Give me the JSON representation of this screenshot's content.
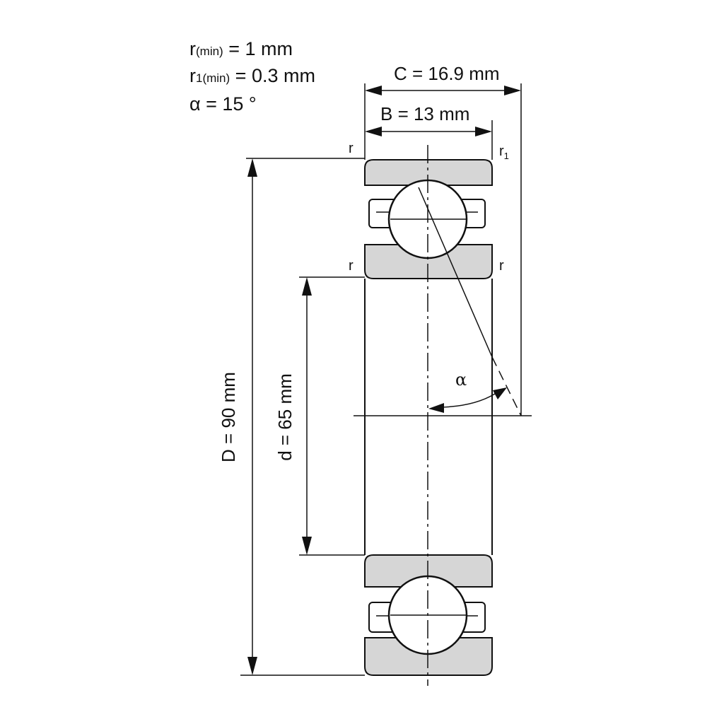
{
  "specs": {
    "r_min": {
      "sym": "r",
      "sub": "(min)",
      "value": " = 1 mm"
    },
    "r1_min": {
      "sym": "r",
      "sub": "1(min)",
      "value": " = 0.3 mm"
    },
    "alpha": {
      "text": "α = 15 °"
    }
  },
  "dimensions": {
    "C": "C = 16.9 mm",
    "B": "B = 13 mm",
    "D": "D = 90 mm",
    "d": "d = 65 mm"
  },
  "radius_labels": {
    "r": "r",
    "r1_sym": "r",
    "r1_sub": "1"
  },
  "angle_label": "α"
}
